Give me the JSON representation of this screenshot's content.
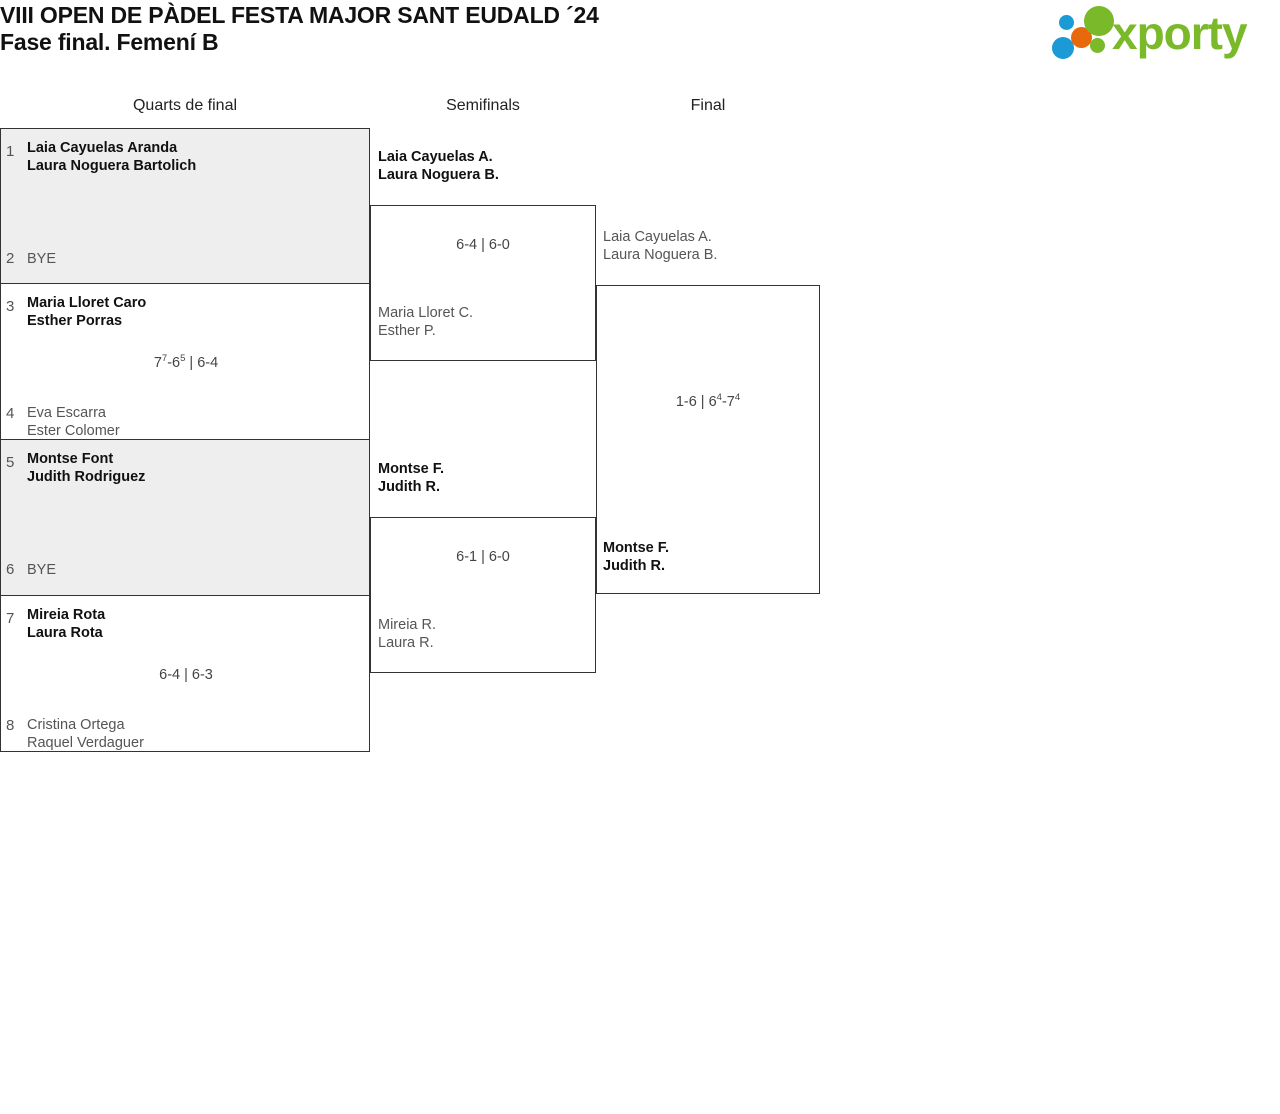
{
  "header": {
    "title_line1": "VIII OPEN DE PÀDEL FESTA MAJOR SANT EUDALD ´24",
    "title_line2": "Fase final. Femení B",
    "logo_text": "xporty",
    "logo_colors": {
      "green": "#7ab929",
      "blue": "#1b9ad6",
      "orange": "#e8690b"
    }
  },
  "bracket": {
    "rounds": [
      {
        "label": "Quarts de final"
      },
      {
        "label": "Semifinals"
      },
      {
        "label": "Final"
      }
    ],
    "quarterfinals": [
      {
        "seed_top": "1",
        "top_line1": "Laia Cayuelas Aranda",
        "top_line2": "Laura Noguera Bartolich",
        "seed_bottom": "2",
        "bottom_line1": "BYE",
        "bottom_line2": "",
        "score": "",
        "winner": "top",
        "shaded": true
      },
      {
        "seed_top": "3",
        "top_line1": "Maria Lloret Caro",
        "top_line2": "Esther Porras",
        "seed_bottom": "4",
        "bottom_line1": "Eva Escarra",
        "bottom_line2": "Ester Colomer",
        "score": "7",
        "score_sup1": "7",
        "score_mid": "-6",
        "score_sup2": "5",
        "score_tail": " | 6-4",
        "winner": "top",
        "shaded": false
      },
      {
        "seed_top": "5",
        "top_line1": "Montse Font",
        "top_line2": "Judith Rodriguez",
        "seed_bottom": "6",
        "bottom_line1": "BYE",
        "bottom_line2": "",
        "score": "",
        "winner": "top",
        "shaded": true
      },
      {
        "seed_top": "7",
        "top_line1": "Mireia Rota",
        "top_line2": "Laura Rota",
        "seed_bottom": "8",
        "bottom_line1": "Cristina Ortega",
        "bottom_line2": "Raquel Verdaguer",
        "score": "6-4 | 6-3",
        "winner": "top",
        "shaded": false
      }
    ],
    "semifinals": [
      {
        "top_line1": "Laia Cayuelas A.",
        "top_line2": "Laura Noguera B.",
        "bottom_line1": "Maria Lloret C.",
        "bottom_line2": "Esther P.",
        "score": "6-4 | 6-0",
        "winner": "top"
      },
      {
        "top_line1": "Montse F.",
        "top_line2": "Judith R.",
        "bottom_line1": "Mireia R.",
        "bottom_line2": "Laura R.",
        "score": "6-1 | 6-0",
        "winner": "top"
      }
    ],
    "final": {
      "top_line1": "Laia Cayuelas A.",
      "top_line2": "Laura Noguera B.",
      "bottom_line1": "Montse F.",
      "bottom_line2": "Judith R.",
      "score_a": "1-6 | 6",
      "score_sup1": "4",
      "score_mid": "-7",
      "score_sup2": "4",
      "winner": "bottom"
    }
  }
}
